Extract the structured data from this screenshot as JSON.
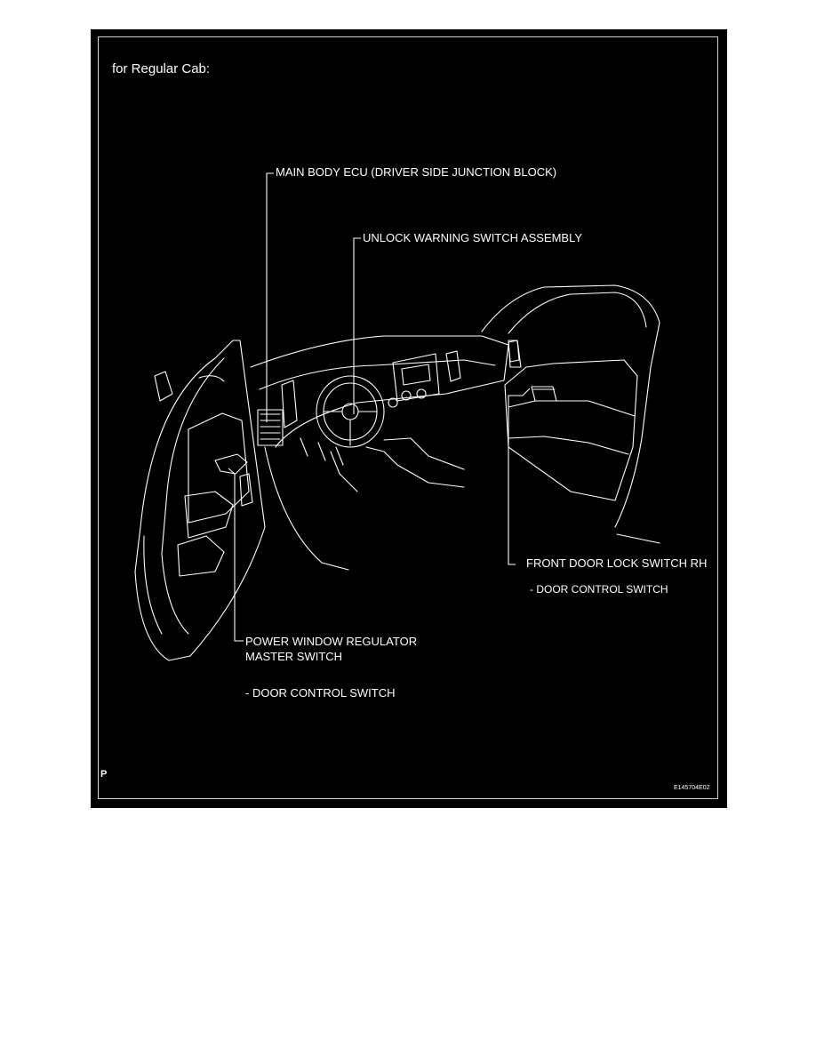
{
  "figure": {
    "header": "for Regular Cab:",
    "callouts": {
      "main_body_ecu": "MAIN BODY ECU (DRIVER SIDE JUNCTION BLOCK)",
      "unlock_warning": "UNLOCK WARNING SWITCH ASSEMBLY",
      "front_door_lock_rh": "FRONT DOOR LOCK SWITCH RH",
      "front_door_lock_rh_sub": "- DOOR CONTROL SWITCH",
      "power_window_line1": "POWER WINDOW REGULATOR",
      "power_window_line2": "MASTER SWITCH",
      "power_window_sub": "- DOOR CONTROL SWITCH"
    },
    "corner_mark": "P",
    "figure_code": "E145704E02"
  },
  "colors": {
    "background": "#000000",
    "ink": "#ffffff",
    "page": "#ffffff"
  }
}
